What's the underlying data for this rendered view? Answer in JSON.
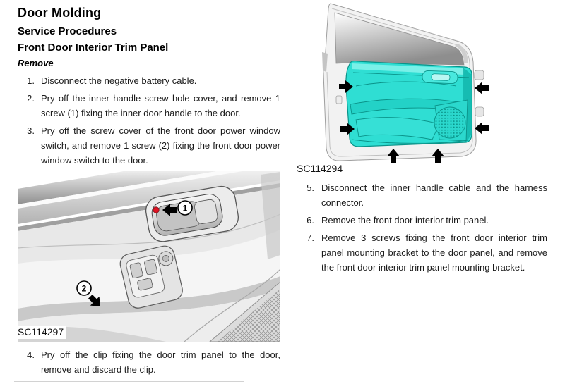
{
  "document": {
    "title": "Door Molding",
    "subtitle": "Service Procedures",
    "section": "Front Door Interior Trim Panel",
    "procedure": "Remove"
  },
  "steps": {
    "s1": {
      "num": "1.",
      "text": "Disconnect the negative battery cable."
    },
    "s2": {
      "num": "2.",
      "text": "Pry off the inner handle screw hole cover, and remove 1 screw (1) fixing the inner door handle to the door."
    },
    "s3": {
      "num": "3.",
      "text": "Pry off the screw cover of the front door power window switch, and remove 1 screw (2) fixing the front door power window switch to the door."
    },
    "s4": {
      "num": "4.",
      "text": "Pry off the clip fixing the door trim panel to the door, remove and discard the clip."
    },
    "s5": {
      "num": "5.",
      "text": "Disconnect the inner handle cable and the harness connector."
    },
    "s6": {
      "num": "6.",
      "text": "Remove the front door interior trim panel."
    },
    "s7": {
      "num": "7.",
      "text": "Remove 3 screws fixing the front door interior trim panel mounting bracket to the door panel, and remove the front door interior trim panel mounting bracket."
    }
  },
  "figures": {
    "trim_panel_screws": {
      "caption": "SC114297",
      "callout_1": "1",
      "callout_2": "2"
    },
    "trim_panel_removal": {
      "caption": "SC114294"
    }
  },
  "colors": {
    "highlight_teal": "#2FDED3",
    "callout_red": "#E01424",
    "arrow_black": "#000000"
  }
}
